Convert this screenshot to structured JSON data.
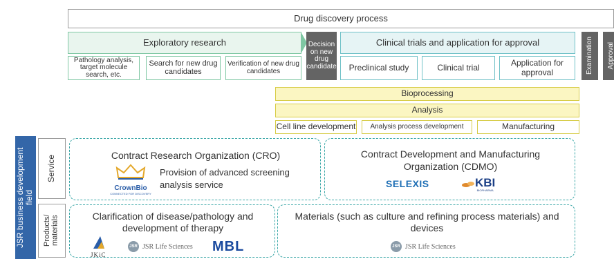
{
  "header": {
    "title": "Drug discovery process"
  },
  "exploratory": {
    "title": "Exploratory research",
    "steps": [
      "Pathology analysis, target molecule search, etc.",
      "Search for new drug candidates",
      "Verification of new drug candidates"
    ]
  },
  "decision": {
    "label": "Decision on new drug candidate"
  },
  "clinical": {
    "title": "Clinical trials and application for approval",
    "steps": [
      "Preclinical study",
      "Clinical trial",
      "Application for approval"
    ]
  },
  "right_tabs": [
    "Examination",
    "Approval"
  ],
  "bioprocessing": {
    "bioprocessing_label": "Bioprocessing",
    "analysis_label": "Analysis",
    "steps": [
      "Cell line development",
      "Analysis process development",
      "Manufacturing"
    ]
  },
  "sidebar": {
    "title": "JSR business development field",
    "service_label": "Service",
    "products_label": "Products/ materials"
  },
  "cro": {
    "title": "Contract Research Organization (CRO)",
    "text": "Provision of advanced screening analysis service",
    "logo_text": "CrownBio",
    "logo_sub": "CONNECTED FOR DISCOVERY"
  },
  "cdmo": {
    "title": "Contract Development and Manufacturing Organization (CDMO)",
    "logos": [
      "SELEXIS",
      "KBI",
      "BIOPHARMA"
    ]
  },
  "products_left": {
    "title": "Clarification of disease/pathology and development of therapy",
    "logos": [
      "JKiC",
      "JSR Life Sciences",
      "MBL"
    ]
  },
  "products_right": {
    "title": "Materials (such as culture and refining process materials) and devices",
    "logo": "JSR Life Sciences"
  },
  "colors": {
    "sidebar_blue": "#3366a8",
    "green": "#7fc7a3",
    "teal": "#6fc1c7",
    "yellow": "#d7cc47",
    "dark_gray": "#646464",
    "dashed_border": "#3aa7a7"
  }
}
